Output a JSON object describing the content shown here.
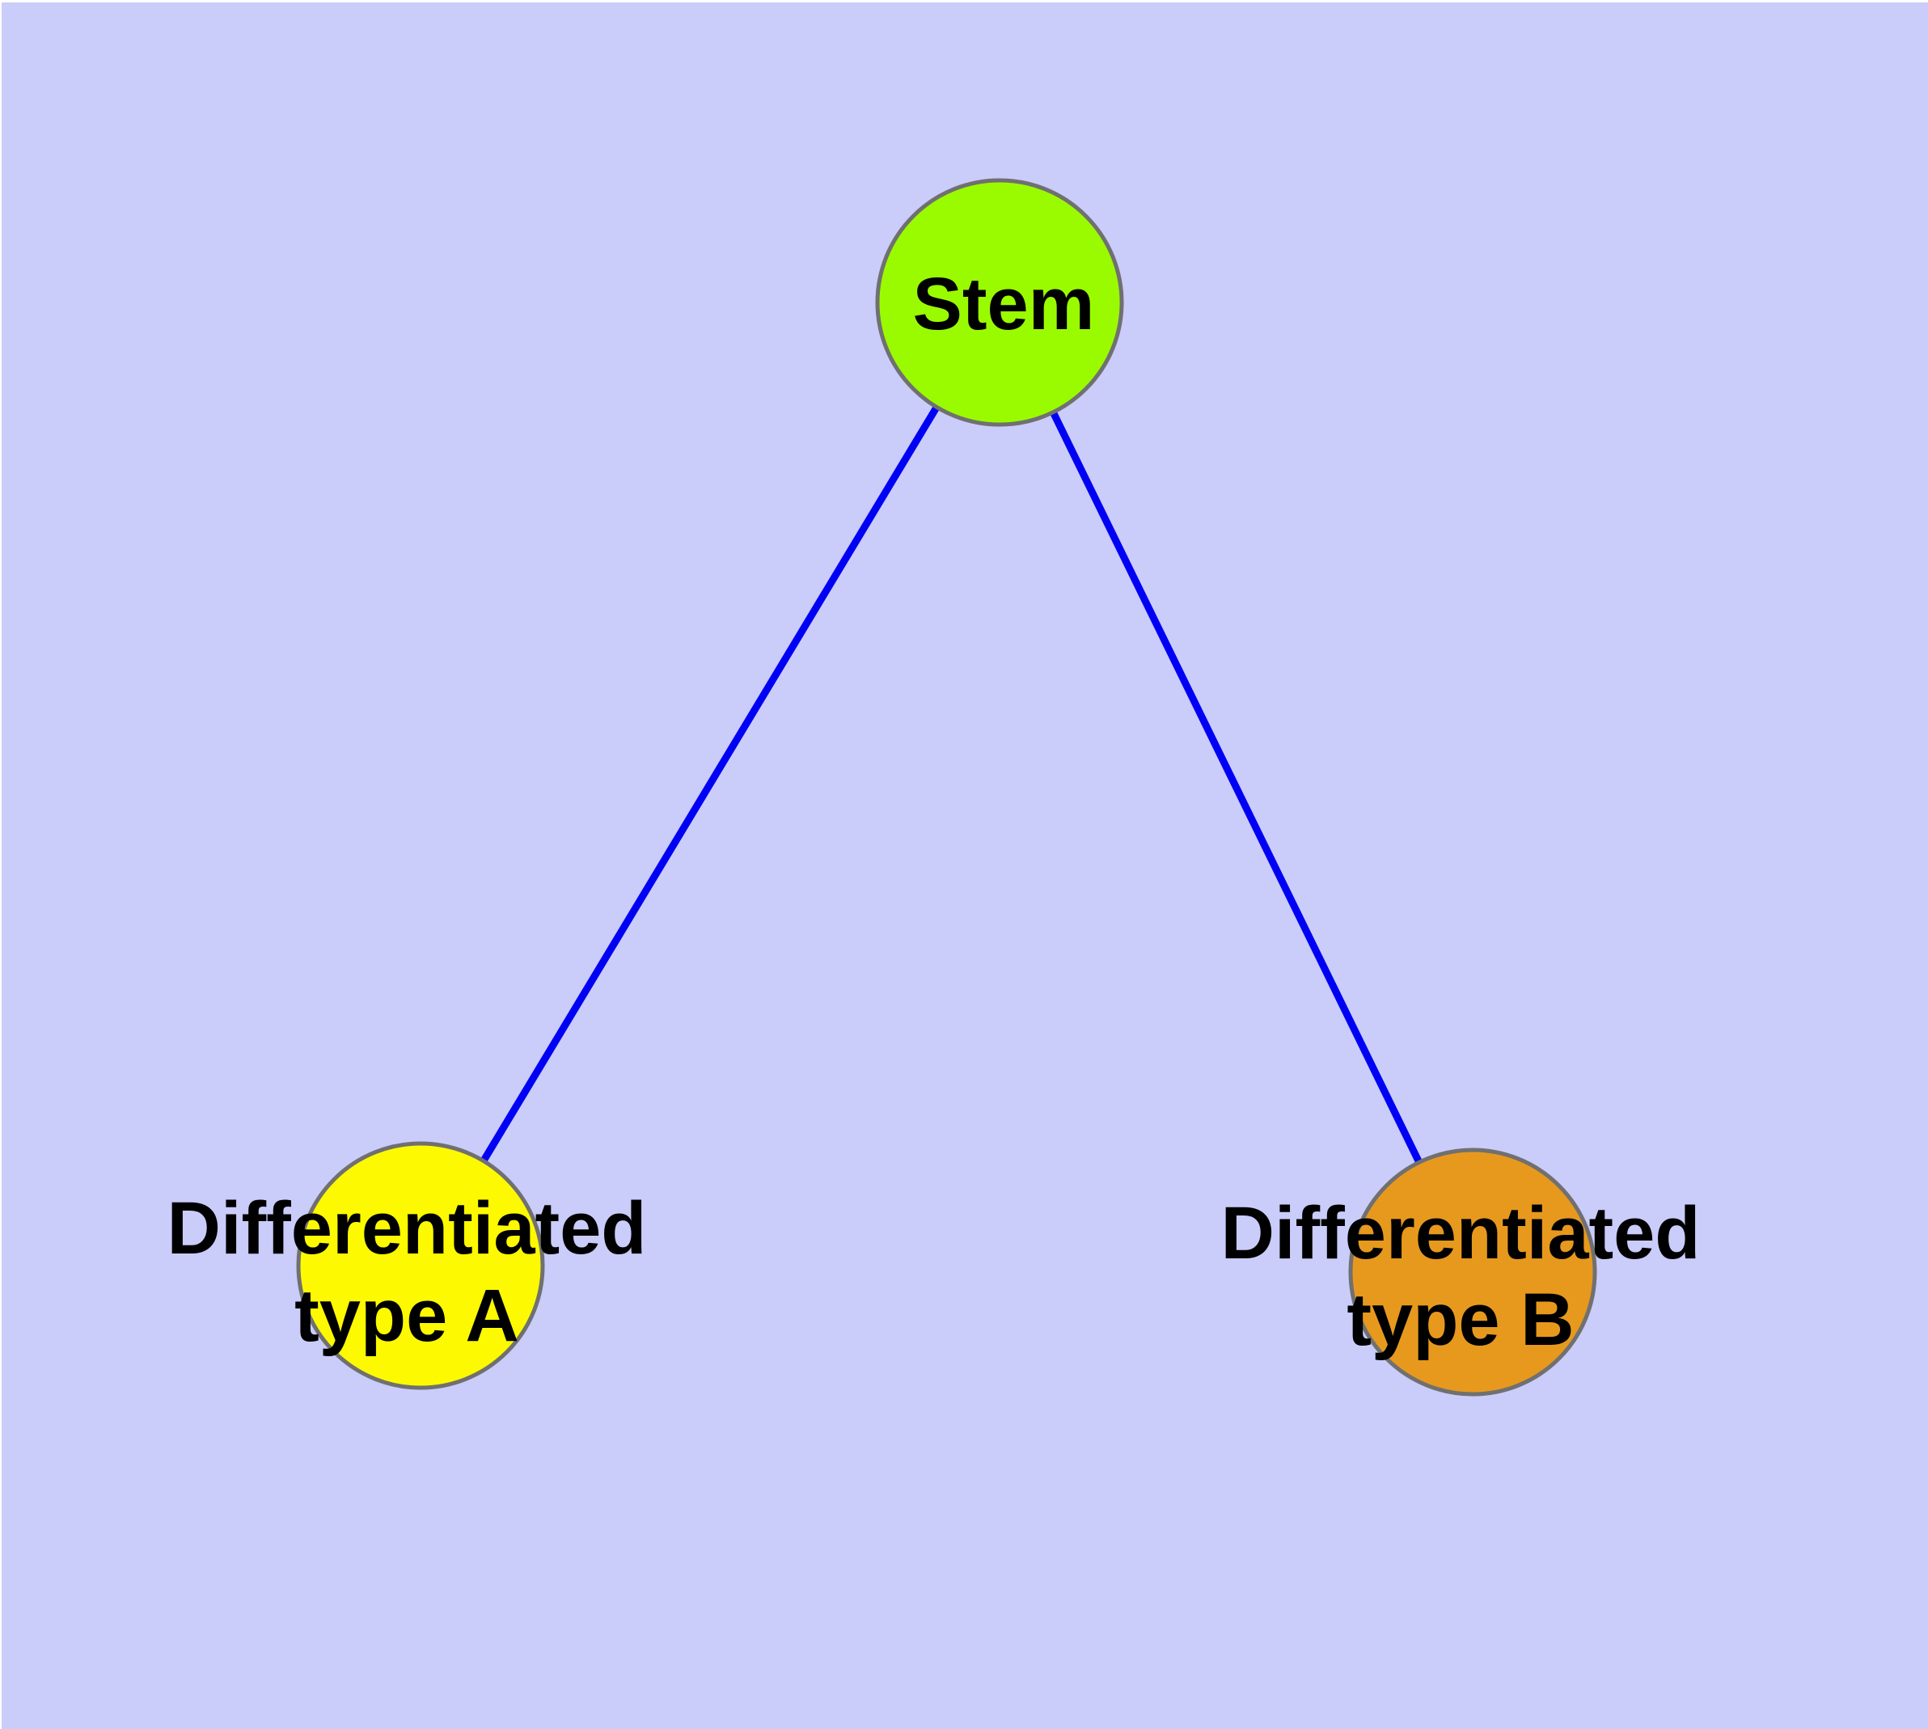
{
  "diagram": {
    "type": "node-link-graph",
    "description": "Stem cell differentiation tree diagram",
    "colors": {
      "page_margin": "#FFFFFF",
      "background": "#CACCFA",
      "edge": "#0000F5",
      "node_border": "#707070",
      "label_text": "#000000"
    },
    "nodes": [
      {
        "id": "stem",
        "label": "Stem",
        "fill": "#9AFB00"
      },
      {
        "id": "type-a",
        "label_line1": "Differentiated",
        "label_line2": "type A",
        "fill": "#FDF900"
      },
      {
        "id": "type-b",
        "label_line1": "Differentiated",
        "label_line2": "type B",
        "fill": "#E7991E"
      }
    ],
    "edges": [
      {
        "from": "stem",
        "to": "type-a"
      },
      {
        "from": "stem",
        "to": "type-b"
      }
    ]
  }
}
